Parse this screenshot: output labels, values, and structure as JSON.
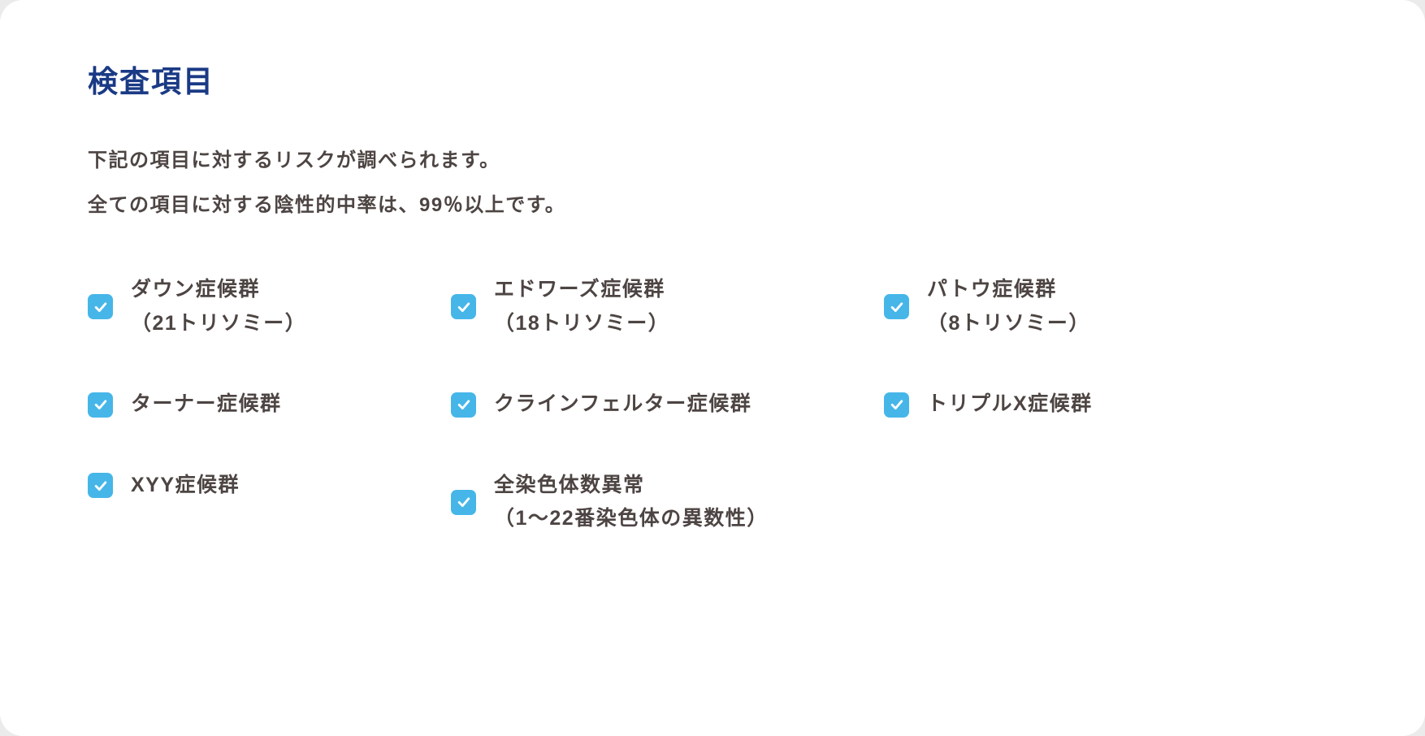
{
  "page": {
    "title": "検査項目",
    "description_lines": [
      "下記の項目に対するリスクが調べられます。",
      "全ての項目に対する陰性的中率は、99％以上です。"
    ]
  },
  "items": [
    {
      "label": "ダウン症候群",
      "sub": "（21トリソミー）",
      "checked": true
    },
    {
      "label": "エドワーズ症候群",
      "sub": "（18トリソミー）",
      "checked": true
    },
    {
      "label": "パトウ症候群",
      "sub": "（8トリソミー）",
      "checked": true
    },
    {
      "label": "ターナー症候群",
      "sub": "",
      "checked": true
    },
    {
      "label": "クラインフェルター症候群",
      "sub": "",
      "checked": true
    },
    {
      "label": "トリプルX症候群",
      "sub": "",
      "checked": true
    },
    {
      "label": "XYY症候群",
      "sub": "",
      "checked": true
    },
    {
      "label": "全染色体数異常",
      "sub": "（1〜22番染色体の異数性）",
      "checked": true
    }
  ],
  "colors": {
    "title": "#1a3a85",
    "text": "#4d4543",
    "checkbox": "#46b6e9"
  }
}
